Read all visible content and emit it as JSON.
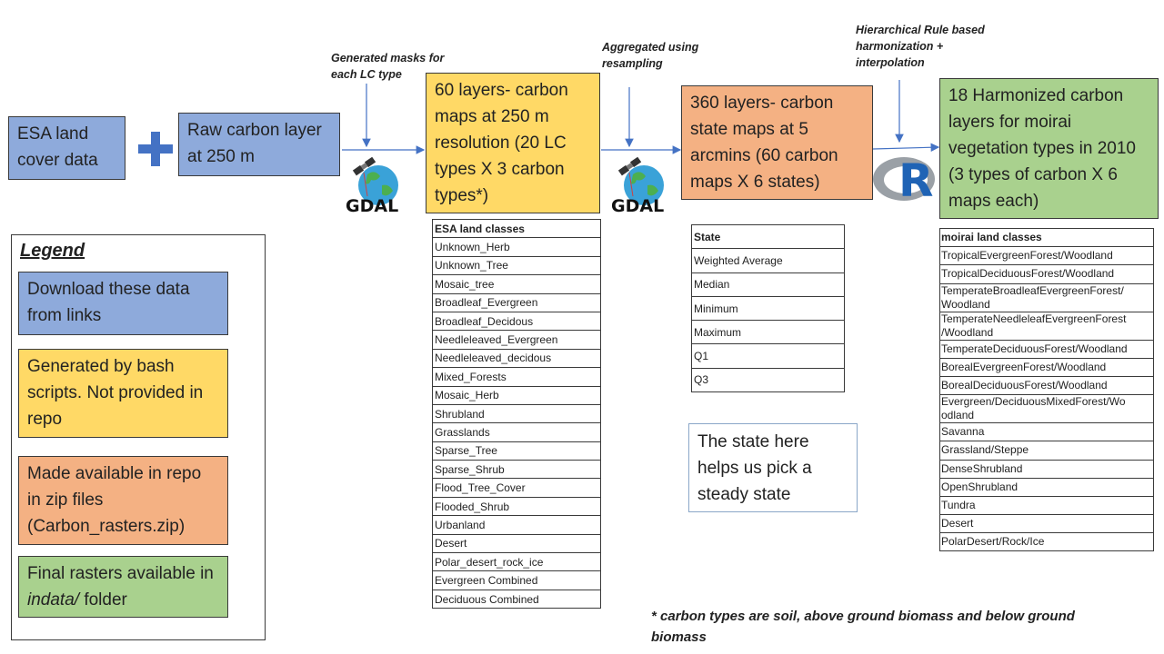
{
  "boxes": {
    "esa": "ESA land cover data",
    "raw": "Raw carbon layer at 250 m",
    "layers60": "60 layers- carbon maps  at 250 m resolution (20 LC types X 3 carbon types*)",
    "layers360": "360 layers- carbon state maps  at 5 arcmins (60 carbon maps X 6 states)",
    "harmonized": "18 Harmonized carbon layers for moirai vegetation types in 2010 (3 types of carbon X 6 maps each)"
  },
  "notes": {
    "masks": "Generated masks for each LC type",
    "aggregated": "Aggregated using resampling",
    "hierarchical": "Hierarchical Rule based harmonization + interpolation",
    "carbon_types": "* carbon types are soil, above ground biomass and below ground biomass"
  },
  "icons": {
    "gdal_label": "GDAL",
    "r_label": "R"
  },
  "legend": {
    "title": "Legend",
    "items": [
      {
        "label": "Download these data from links",
        "color": "#8eaadb"
      },
      {
        "label": "Generated by bash scripts. Not provided in repo",
        "color": "#ffd966"
      },
      {
        "label": "Made available in repo in zip files (Carbon_rasters.zip)",
        "color": "#f4b183"
      },
      {
        "label_prefix": "Final rasters available in ",
        "label_em": "indata/",
        "label_suffix": " folder",
        "color": "#a9d18e"
      }
    ]
  },
  "esa_table": {
    "header": "ESA land classes",
    "rows": [
      "Unknown_Herb",
      "Unknown_Tree",
      "Mosaic_tree",
      "Broadleaf_Evergreen",
      "Broadleaf_Decidous",
      "Needleleaved_Evergreen",
      "Needleleaved_decidous",
      "Mixed_Forests",
      "Mosaic_Herb",
      "Shrubland",
      "Grasslands",
      "Sparse_Tree",
      "Sparse_Shrub",
      "Flood_Tree_Cover",
      "Flooded_Shrub",
      "Urbanland",
      "Desert",
      "Polar_desert_rock_ice",
      "Evergreen Combined",
      "Deciduous Combined"
    ]
  },
  "state_table": {
    "header": "State",
    "rows": [
      "Weighted Average",
      "Median",
      "Minimum",
      "Maximum",
      "Q1",
      "Q3"
    ]
  },
  "state_note": "The state here helps us pick a steady state",
  "moirai_table": {
    "header": "moirai land classes",
    "rows": [
      "TropicalEvergreenForest/Woodland",
      "TropicalDeciduousForest/Woodland",
      "TemperateBroadleafEvergreenForest/ Woodland",
      "TemperateNeedleleafEvergreenForest /Woodland",
      "TemperateDeciduousForest/Woodland",
      "BorealEvergreenForest/Woodland",
      "BorealDeciduousForest/Woodland",
      "Evergreen/DeciduousMixedForest/Wo odland",
      "Savanna",
      "Grassland/Steppe",
      "DenseShrubland",
      "OpenShrubland",
      "Tundra",
      "Desert",
      "PolarDesert/Rock/Ice"
    ]
  }
}
